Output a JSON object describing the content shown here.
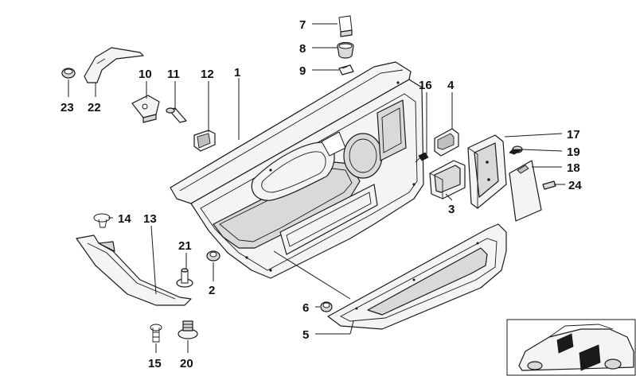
{
  "callouts": [
    {
      "id": "1",
      "text": "1"
    },
    {
      "id": "2",
      "text": "2"
    },
    {
      "id": "3",
      "text": "3"
    },
    {
      "id": "4",
      "text": "4"
    },
    {
      "id": "5",
      "text": "5"
    },
    {
      "id": "6",
      "text": "6"
    },
    {
      "id": "7",
      "text": "7"
    },
    {
      "id": "8",
      "text": "8"
    },
    {
      "id": "9",
      "text": "9"
    },
    {
      "id": "10",
      "text": "10"
    },
    {
      "id": "11",
      "text": "11"
    },
    {
      "id": "12",
      "text": "12"
    },
    {
      "id": "13",
      "text": "13"
    },
    {
      "id": "14",
      "text": "14"
    },
    {
      "id": "15",
      "text": "15"
    },
    {
      "id": "16",
      "text": "16"
    },
    {
      "id": "17",
      "text": "17"
    },
    {
      "id": "18",
      "text": "18"
    },
    {
      "id": "19",
      "text": "19"
    },
    {
      "id": "20",
      "text": "20"
    },
    {
      "id": "21",
      "text": "21"
    },
    {
      "id": "22",
      "text": "22"
    },
    {
      "id": "23",
      "text": "23"
    },
    {
      "id": "24",
      "text": "24"
    }
  ],
  "colors": {
    "line": "#1a1a1a",
    "fill": "#f4f4f4",
    "background": "#ffffff"
  }
}
